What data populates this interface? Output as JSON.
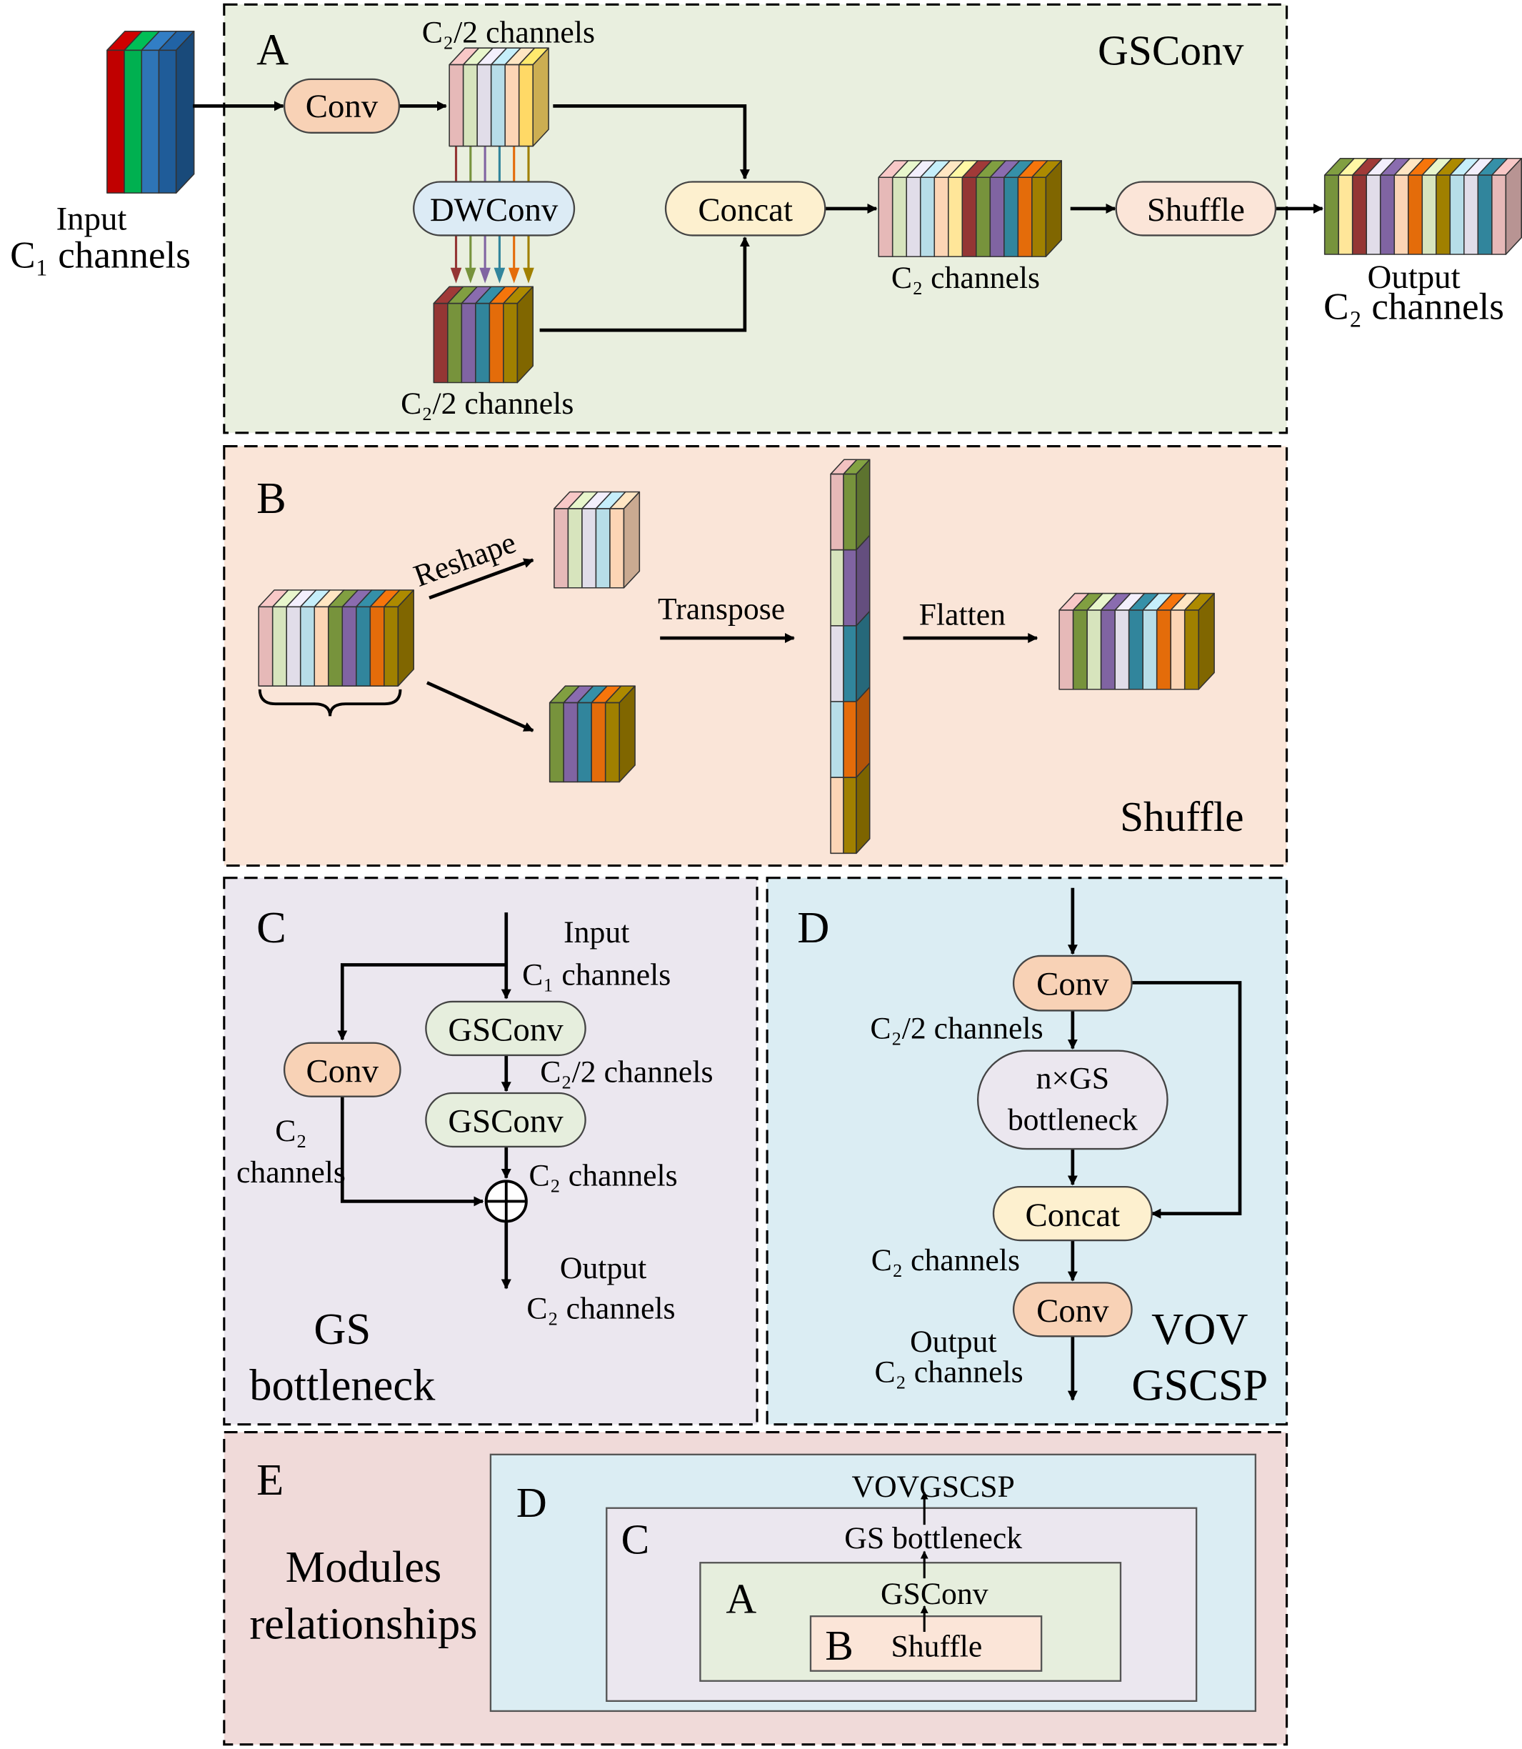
{
  "panels": {
    "A": {
      "letter": "A",
      "title": "GSConv",
      "input_label": "Input",
      "input_channels": "C₁ channels",
      "conv": "Conv",
      "dwconv": "DWConv",
      "concat": "Concat",
      "shuffle": "Shuffle",
      "half_top": "C₂/2 channels",
      "half_bottom": "C₂/2 channels",
      "full": "C₂ channels",
      "output_label": "Output",
      "output_channels": "C₂ channels"
    },
    "B": {
      "letter": "B",
      "title": "Shuffle",
      "reshape": "Reshape",
      "transpose": "Transpose",
      "flatten": "Flatten"
    },
    "C": {
      "letter": "C",
      "title_1": "GS",
      "title_2": "bottleneck",
      "input_label": "Input",
      "input_channels": "C₁ channels",
      "gsconv_1": "GSConv",
      "gsconv_2": "GSConv",
      "conv": "Conv",
      "half": "C₂/2 channels",
      "left_1": "C₂",
      "left_2": "channels",
      "sum": "C₂ channels",
      "output_label": "Output",
      "output_channels": "C₂ channels"
    },
    "D": {
      "letter": "D",
      "title_1": "VOV",
      "title_2": "GSCSP",
      "conv_1": "Conv",
      "half": "C₂/2 channels",
      "bottleneck_1": "n×GS",
      "bottleneck_2": "bottleneck",
      "concat": "Concat",
      "full": "C₂ channels",
      "conv_2": "Conv",
      "output_label": "Output",
      "output_channels": "C₂ channels"
    },
    "E": {
      "letter": "E",
      "title_1": "Modules",
      "title_2": "relationships",
      "d_letter": "D",
      "d_name": "VOVGSCSP",
      "c_letter": "C",
      "c_name": "GS bottleneck",
      "a_letter": "A",
      "a_name": "GSConv",
      "b_letter": "B",
      "b_name": "Shuffle"
    }
  },
  "colors": {
    "panel_a": "#e9efdf",
    "panel_b": "#fae5d8",
    "panel_c": "#ebe7ef",
    "panel_d": "#dbedf3",
    "panel_e": "#f0dad9",
    "conv": "#f8d2b6",
    "dwconv": "#dcebf5",
    "concat": "#fdf0cf",
    "shuffle": "#fbe5d8",
    "gsconv": "#e6eedd",
    "bottleneck": "#ebe7ef",
    "blocks_input": [
      "#c00000",
      "#00b050",
      "#2e75b6",
      "#1f5c99"
    ],
    "blocks_a_top": [
      "#e6b9b8",
      "#d7e4bd",
      "#e1dde9",
      "#b7dde8",
      "#fcd5b5",
      "#ffd966"
    ],
    "blocks_a_bottom": [
      "#943634",
      "#77933c",
      "#8064a2",
      "#31859c",
      "#e46c0a",
      "#a08000"
    ],
    "blocks_a_concat": [
      "#e6b9b8",
      "#d7e4bd",
      "#e1dde9",
      "#b7dde8",
      "#fcd5b5",
      "#ffe699",
      "#943634",
      "#77933c",
      "#8064a2",
      "#31859c",
      "#e46c0a",
      "#a08000"
    ],
    "blocks_a_output": [
      "#77933c",
      "#ffe699",
      "#943634",
      "#e1dde9",
      "#8064a2",
      "#fcd5b5",
      "#e46c0a",
      "#d7e4bd",
      "#a08000",
      "#b7dde8",
      "#e1dde9",
      "#31859c",
      "#e6b9b8"
    ],
    "blocks_b_in": [
      "#e6b9b8",
      "#d7e4bd",
      "#e1dde9",
      "#b7dde8",
      "#fcd5b5",
      "#77933c",
      "#8064a2",
      "#31859c",
      "#e46c0a",
      "#a08000"
    ],
    "blocks_b_top": [
      "#e6b9b8",
      "#d7e4bd",
      "#e1dde9",
      "#b7dde8",
      "#fcd5b5"
    ],
    "blocks_b_bottom": [
      "#77933c",
      "#8064a2",
      "#31859c",
      "#e46c0a",
      "#a08000"
    ],
    "blocks_b_col_front": [
      "#e6b9b8",
      "#d7e4bd",
      "#e1dde9",
      "#b7dde8",
      "#fcd5b5"
    ],
    "blocks_b_col_mid": [
      "#77933c",
      "#8064a2",
      "#31859c",
      "#e46c0a",
      "#a08000"
    ],
    "blocks_b_out": [
      "#e6b9b8",
      "#77933c",
      "#d7e4bd",
      "#8064a2",
      "#e1dde9",
      "#31859c",
      "#b7dde8",
      "#e46c0a",
      "#fcd5b5",
      "#a08000"
    ]
  }
}
